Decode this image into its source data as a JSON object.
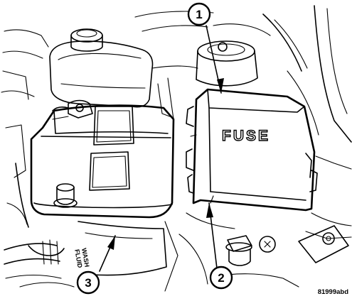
{
  "figure": {
    "code": "81999abd",
    "fuse_label": "FUSE",
    "washer_label_line1": "WASH",
    "washer_label_line2": "FLUID"
  },
  "callouts": [
    {
      "number": "1"
    },
    {
      "number": "2"
    },
    {
      "number": "3"
    }
  ]
}
